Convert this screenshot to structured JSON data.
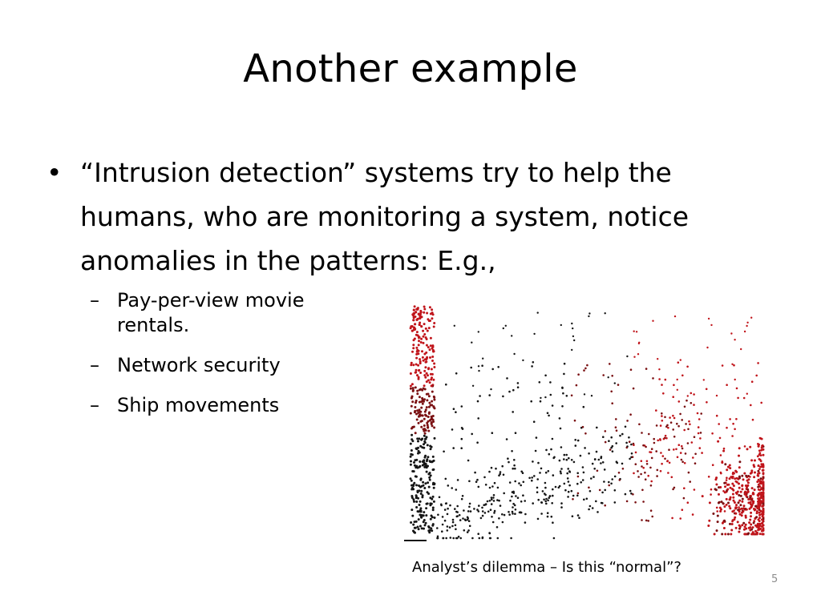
{
  "slide": {
    "title": "Another example",
    "bullet": {
      "symbol": "•",
      "line1": "“Intrusion detection” systems try to help the",
      "line2": "humans, who are monitoring a system, notice",
      "line3": "anomalies in the patterns:  E.g.,"
    },
    "sub_items": [
      {
        "dash": "–",
        "line1": "Pay-per-view movie",
        "line2": "rentals."
      },
      {
        "dash": "–",
        "line1": "Network security"
      },
      {
        "dash": "–",
        "line1": "Ship movements"
      }
    ],
    "figure": {
      "caption": "Analyst’s dilemma – Is this “normal”?",
      "colors": {
        "red": "#c0141a",
        "dark_red": "#7a1012",
        "black": "#151515"
      }
    },
    "page_number": "5"
  }
}
